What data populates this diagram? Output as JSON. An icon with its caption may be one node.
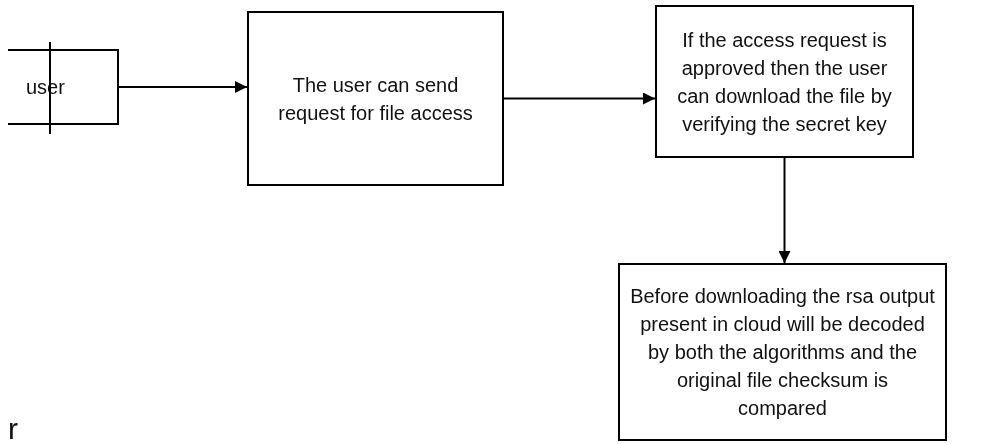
{
  "diagram": {
    "nodes": [
      {
        "text": [
          "user"
        ]
      },
      {
        "text": [
          "The user can send request for file access"
        ]
      },
      {
        "text": [
          "If the access request is approved then the user can download the file by verifying the secret key"
        ]
      },
      {
        "text": [
          "Before downloading the rsa output present in cloud will be decoded by both the algorithms and the original file checksum is compared"
        ]
      }
    ],
    "edges": [
      {
        "from": 0,
        "to": 1,
        "arrow": "to"
      },
      {
        "from": 1,
        "to": 2,
        "arrow": "to"
      },
      {
        "from": 2,
        "to": 3,
        "arrow": "to"
      }
    ],
    "labels": [
      "r"
    ]
  }
}
